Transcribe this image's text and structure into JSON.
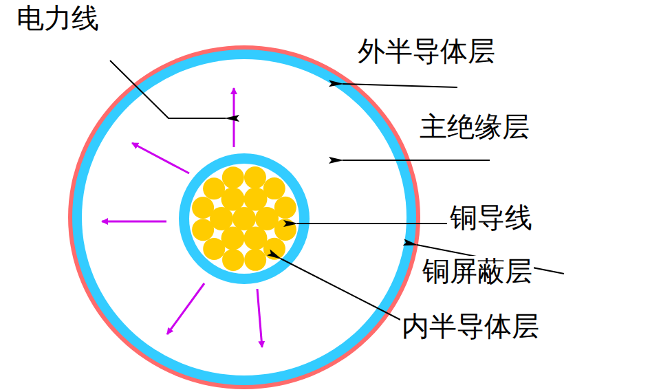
{
  "diagram": {
    "labels": [
      "电力线",
      "外半导体层",
      "主绝缘层",
      "铜导线",
      "铜屏蔽层",
      "内半导体层"
    ]
  }
}
